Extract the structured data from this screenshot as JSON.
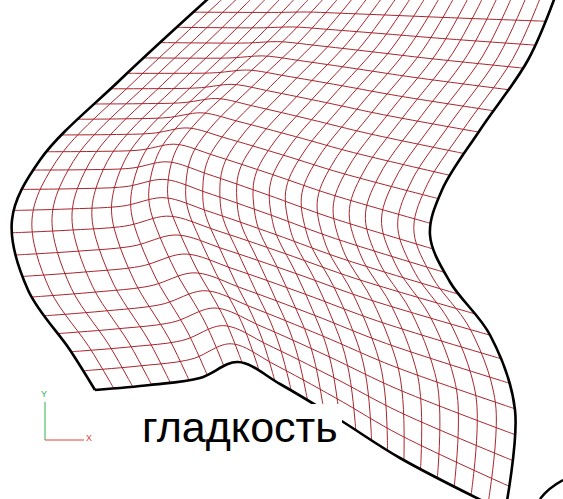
{
  "diagram": {
    "labels": [
      "гладкость",
      "Y",
      "X"
    ]
  }
}
